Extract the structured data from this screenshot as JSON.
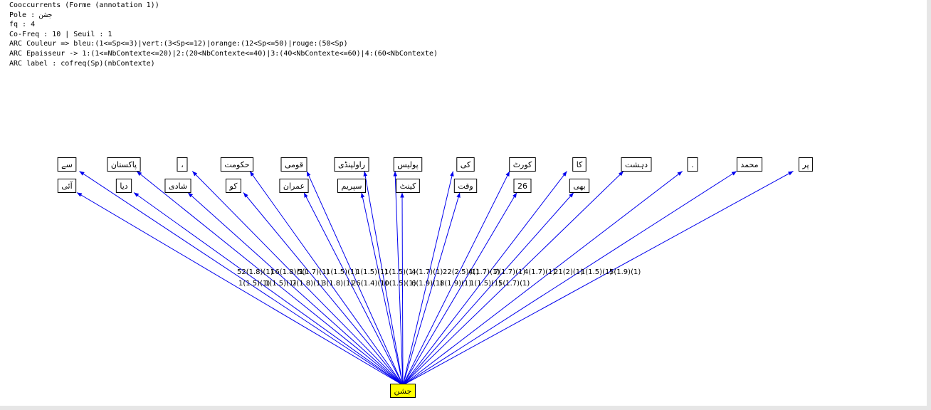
{
  "header": {
    "lines": [
      "Cooccurrents (Forme (annotation 1))",
      "Pole : جشن",
      "fq : 4",
      "Co-Freq : 10 | Seuil : 1",
      "ARC Couleur => bleu:(1<=Sp<=3)|vert:(3<Sp<=12)|orange:(12<Sp<=50)|rouge:(50<Sp)",
      "ARC Epaisseur -> 1:(1<=NbContexte<=20)|2:(20<NbContexte<=40)|3:(40<NbContexte<=60)|4:(60<NbContexte)",
      "ARC label : cofreq(Sp)(nbContexte)"
    ]
  },
  "colors": {
    "arc": "#0000ee",
    "pole_fill": "#ffff00",
    "text": "#000000"
  },
  "pole": {
    "label": "جشن"
  },
  "top_nodes": [
    "سے",
    "پاکستان",
    "،",
    "حکومت",
    "قومی",
    "راولپنڈی",
    "پولیس",
    "کی",
    "کورٹ",
    "کا",
    "دہشت",
    ".",
    "محمد",
    "پر"
  ],
  "second_nodes": [
    "آئی",
    "دیا",
    "شادی",
    "کو",
    "عمران",
    "سپریم",
    "کینٹ",
    "وقت",
    "26",
    "بھی"
  ],
  "arc_labels": {
    "upper": [
      "52(1.8)(1)",
      "16(1.8)(1)",
      "5(1.7)(1)",
      "1(1.5)(1)",
      "1(1.5)(1)",
      "1(1.5)(1)",
      "4(1.7)(1)",
      "22(2.5)(1)",
      "4(1.7)(1)",
      "7(1.7)(1)",
      "4(1.7)(1)",
      "21(2)(1)",
      "1(1.5)(1)",
      "5(1.9)(1)"
    ],
    "lower": [
      "1(1.5)(1)",
      "1(1.5)(1)",
      "7(1.8)(1)",
      "3(1.8)(1)",
      "26(1.4)(1)",
      "10(1.5)(1)",
      "6(1.9)(1)",
      "8(1.9)(1)",
      "1(1.5)(1)",
      "5(1.7)(1)"
    ]
  }
}
